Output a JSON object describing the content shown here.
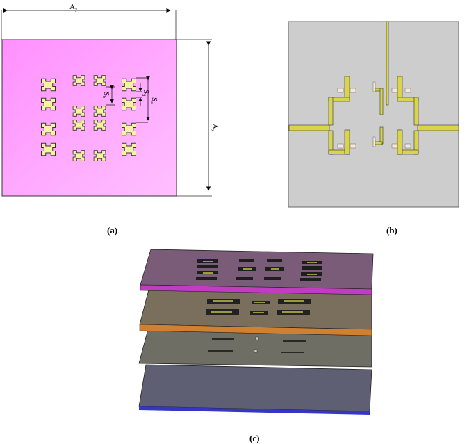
{
  "panels": {
    "a": {
      "caption": "(a)",
      "dimensions": {
        "width_label": "A",
        "width_sub": "y",
        "height_label": "A",
        "height_sub": "x",
        "sa": "S",
        "sa_sub": "a",
        "sb": "S",
        "sb_sub": "b",
        "sd": "S",
        "sd_sub": "d"
      },
      "colors": {
        "substrate": "#ff99ff",
        "patch": "#f5f3a0"
      }
    },
    "b": {
      "caption": "(b)",
      "colors": {
        "substrate": "#c8c8c8",
        "trace": "#d9d44a"
      }
    },
    "c": {
      "caption": "(c)",
      "layers": [
        "top-fractal-layer",
        "middle-fractal-layer",
        "feed-layer",
        "ground-layer"
      ],
      "colors": {
        "top": "#7a5c78",
        "top_edge": "#c040c0",
        "middle": "#7a6e5c",
        "middle_edge": "#d08030",
        "feed": "#6c6c62",
        "ground": "#5e5e72",
        "ground_edge": "#3030c0"
      }
    }
  }
}
